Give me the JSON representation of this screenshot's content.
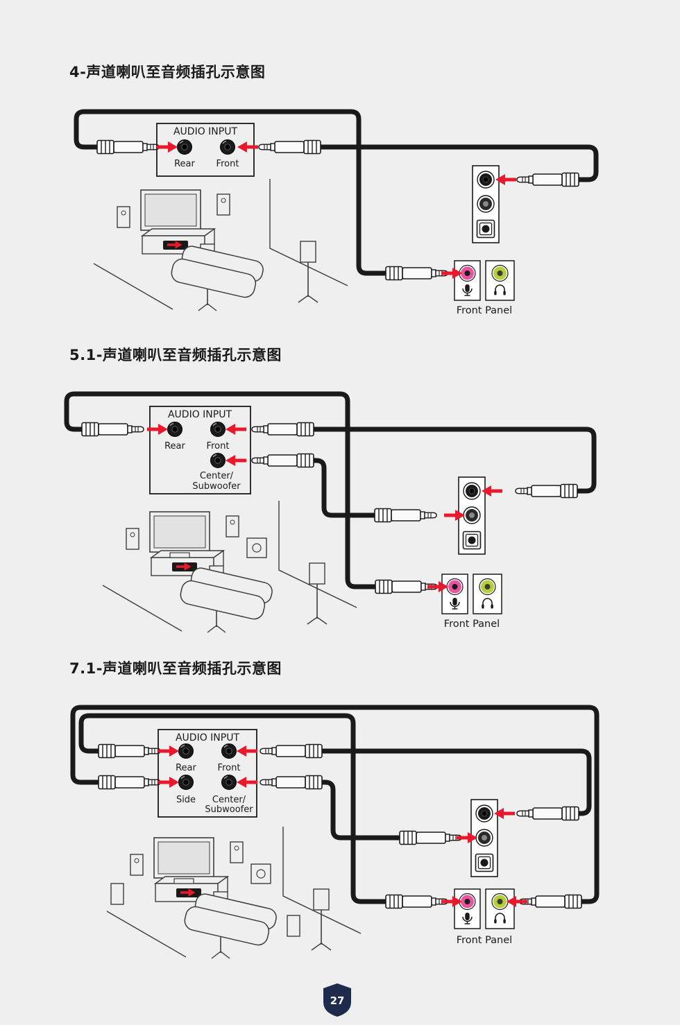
{
  "page": {
    "background": "#efefef",
    "number": "27"
  },
  "colors": {
    "cable_black": "#1a1a1a",
    "arrow_red": "#e8192c",
    "mic_jack_pink": "#e8559e",
    "headphone_jack_green": "#b5cf3a",
    "page_badge_navy": "#1e2b4d",
    "text_dark": "#1a1a1a"
  },
  "icons": {
    "microphone": "mic-icon",
    "headphone": "headphone-icon",
    "optical_port": "optical-spdif-port-icon",
    "page_badge": "shield-badge-icon"
  },
  "sections": [
    {
      "id": "4-channel",
      "title": "4-声道喇叭至音频插孔示意图",
      "audio_input_label": "AUDIO INPUT",
      "jacks": {
        "rear": "Rear",
        "front": "Front"
      },
      "front_panel_label": "Front Panel"
    },
    {
      "id": "5.1-channel",
      "title": "5.1-声道喇叭至音频插孔示意图",
      "audio_input_label": "AUDIO INPUT",
      "jacks": {
        "rear": "Rear",
        "front": "Front",
        "center_line1": "Center/",
        "center_line2": "Subwoofer"
      },
      "front_panel_label": "Front Panel"
    },
    {
      "id": "7.1-channel",
      "title": "7.1-声道喇叭至音频插孔示意图",
      "audio_input_label": "AUDIO INPUT",
      "jacks": {
        "rear": "Rear",
        "front": "Front",
        "side": "Side",
        "center_line1": "Center/",
        "center_line2": "Subwoofer"
      },
      "front_panel_label": "Front Panel"
    }
  ]
}
